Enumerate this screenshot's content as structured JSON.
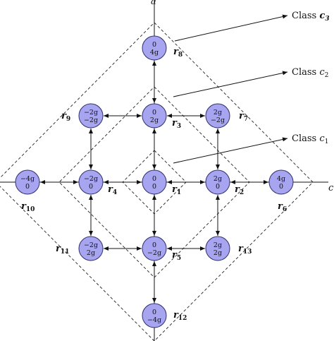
{
  "nodes": [
    {
      "id": "n-0-4g",
      "line1": "0",
      "line2": "4g"
    },
    {
      "id": "n-m2g-2g",
      "line1": "−2g",
      "line2": "−2g"
    },
    {
      "id": "n-0-2g",
      "line1": "0",
      "line2": "2g"
    },
    {
      "id": "n-2g-m2g",
      "line1": "2g",
      "line2": "−2g"
    },
    {
      "id": "n-m4g-0",
      "line1": "−4g",
      "line2": "0"
    },
    {
      "id": "n-m2g-0",
      "line1": "−2g",
      "line2": "0"
    },
    {
      "id": "n-0-0",
      "line1": "0",
      "line2": "0"
    },
    {
      "id": "n-2g-0",
      "line1": "2g",
      "line2": "0"
    },
    {
      "id": "n-4g-0",
      "line1": "4g",
      "line2": "0"
    },
    {
      "id": "n-m2g-2g-b",
      "line1": "−2g",
      "line2": "2g"
    },
    {
      "id": "n-0-m2g",
      "line1": "0",
      "line2": "−2g"
    },
    {
      "id": "n-2g-2g",
      "line1": "2g",
      "line2": "2g"
    },
    {
      "id": "n-0-m4g",
      "line1": "0",
      "line2": "−4g"
    }
  ],
  "region_labels": [
    {
      "letter": "r",
      "sub": "1"
    },
    {
      "letter": "r",
      "sub": "2"
    },
    {
      "letter": "r",
      "sub": "3"
    },
    {
      "letter": "r",
      "sub": "4"
    },
    {
      "letter": "r",
      "sub": "5"
    },
    {
      "letter": "r",
      "sub": "6"
    },
    {
      "letter": "r",
      "sub": "7"
    },
    {
      "letter": "r",
      "sub": "8"
    },
    {
      "letter": "r",
      "sub": "9"
    },
    {
      "letter": "r",
      "sub": "10"
    },
    {
      "letter": "r",
      "sub": "11"
    },
    {
      "letter": "r",
      "sub": "12"
    },
    {
      "letter": "r",
      "sub": "13"
    }
  ],
  "classes": [
    {
      "prefix": "Class ",
      "var": "c",
      "sub": "3"
    },
    {
      "prefix": "Class ",
      "var": "c",
      "sub": "2"
    },
    {
      "prefix": "Class ",
      "var": "c",
      "sub": "1"
    }
  ],
  "axes": {
    "horizontal": "c",
    "vertical": "a"
  }
}
